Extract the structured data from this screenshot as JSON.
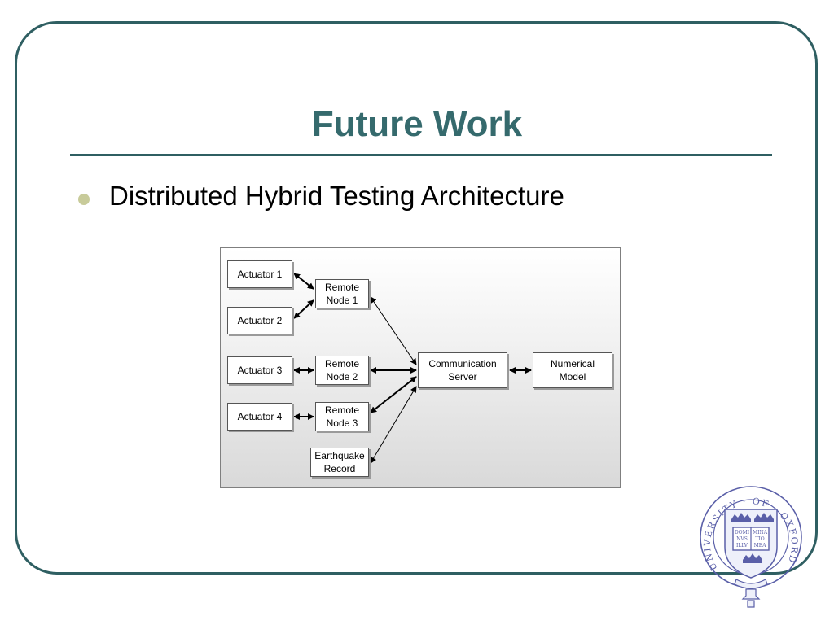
{
  "slide": {
    "title": "Future Work",
    "bullet": "Distributed Hybrid Testing Architecture"
  },
  "diagram": {
    "nodes": {
      "actuator1": "Actuator 1",
      "actuator2": "Actuator 2",
      "actuator3": "Actuator 3",
      "actuator4": "Actuator 4",
      "remote1": "Remote\nNode 1",
      "remote2": "Remote\nNode 2",
      "remote3": "Remote\nNode 3",
      "earthquake": "Earthquake\nRecord",
      "server": "Communication\nServer",
      "model": "Numerical\nModel"
    },
    "edges": [
      {
        "from": "actuator1",
        "to": "remote1",
        "style": "bidirectional-bold"
      },
      {
        "from": "actuator2",
        "to": "remote1",
        "style": "bidirectional-bold"
      },
      {
        "from": "actuator3",
        "to": "remote2",
        "style": "bidirectional-bold"
      },
      {
        "from": "actuator4",
        "to": "remote3",
        "style": "bidirectional-bold"
      },
      {
        "from": "remote1",
        "to": "server",
        "style": "bidirectional-thin"
      },
      {
        "from": "remote2",
        "to": "server",
        "style": "bidirectional-bold"
      },
      {
        "from": "remote3",
        "to": "server",
        "style": "bidirectional-bold"
      },
      {
        "from": "earthquake",
        "to": "server",
        "style": "bidirectional-thin"
      },
      {
        "from": "server",
        "to": "model",
        "style": "bidirectional-bold"
      }
    ]
  },
  "logo": {
    "name": "university-of-oxford-seal",
    "ring_text": "UNIVERSITY · OF · OXFORD",
    "book_text": "DOMINUS ILLUMINATIO MEA",
    "color": "#5a5fa8"
  },
  "colors": {
    "frame": "#2f5f62",
    "title": "#356a6d",
    "bullet": "#c8cb9a"
  }
}
